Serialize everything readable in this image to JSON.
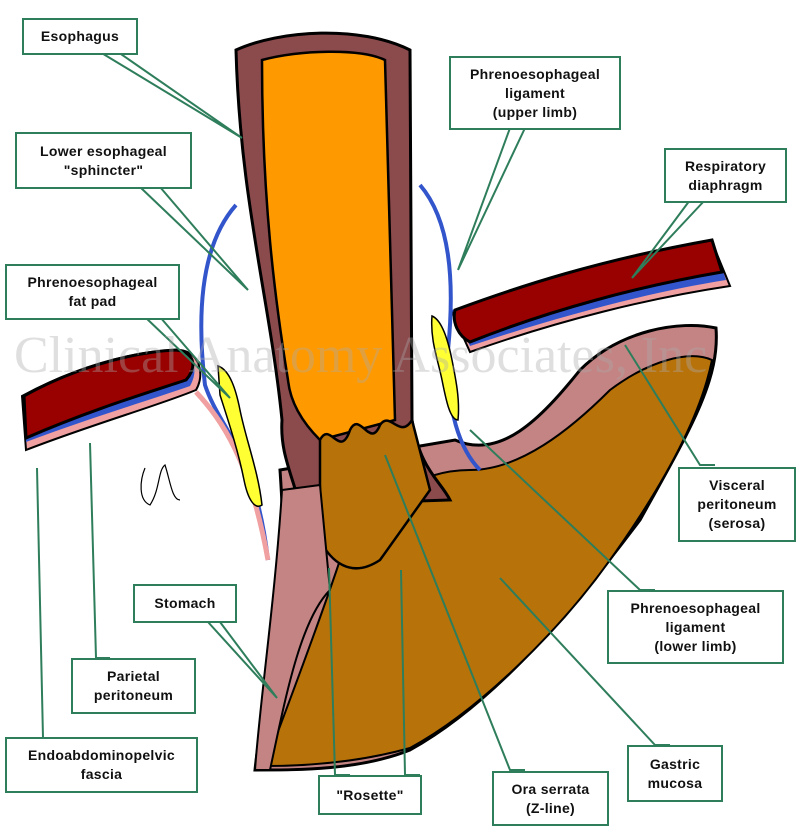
{
  "title": "Esophagogastric junction anatomy",
  "watermark": "Clinical Anatomy Associates, Inc",
  "colors": {
    "callout_border": "#2e7d5b",
    "esophagus_wall": "#8b4a4c",
    "esophageal_lumen": "#ff9900",
    "gastric_mucosa": "#b8720a",
    "stomach_wall": "#c48484",
    "diaphragm_muscle": "#990000",
    "fascia": "#3355cc",
    "peritoneum": "#f0a0a0",
    "fat_pad": "#ffff33"
  },
  "labels": {
    "esophagus": "Esophagus",
    "les": "Lower esophageal\n\"sphincter\"",
    "fat_pad": "Phrenoesophageal\nfat pad",
    "pel_upper": "Phrenoesophageal\nligament\n(upper limb)",
    "diaphragm": "Respiratory\ndiaphragm",
    "visceral": "Visceral\nperitoneum\n(serosa)",
    "pel_lower": "Phrenoesophageal\nligament\n(lower limb)",
    "stomach": "Stomach",
    "parietal": "Parietal\nperitoneum",
    "endo": "Endoabdominopelvic\nfascia",
    "rosette": "\"Rosette\"",
    "ora": "Ora serrata\n(Z-line)",
    "gastric_mucosa": "Gastric\nmucosa"
  }
}
